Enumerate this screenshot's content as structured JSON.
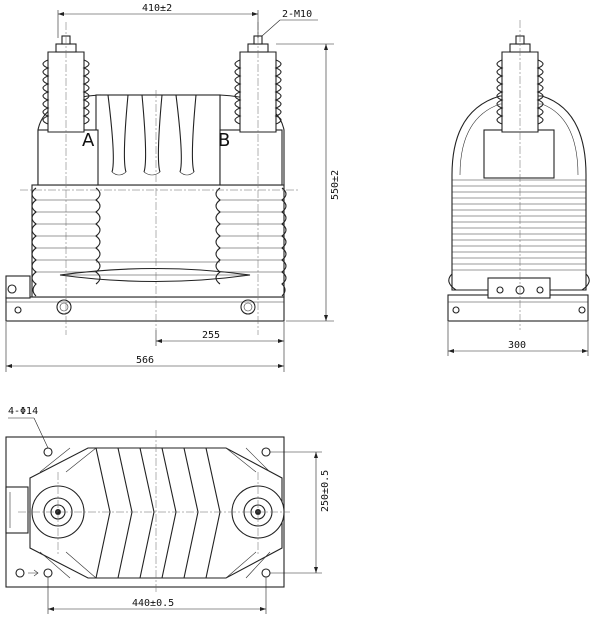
{
  "labels": {
    "phase_a": "A",
    "phase_b": "B",
    "dim_terminal_spacing": "410±2",
    "dim_height": "550±2",
    "dim_mount_offset": "255",
    "dim_overall_length": "566",
    "dim_width": "300",
    "dim_mount_width": "250±0.5",
    "dim_mount_length": "440±0.5",
    "note_terminal": "2-M10",
    "note_holes": "4-Φ14"
  }
}
